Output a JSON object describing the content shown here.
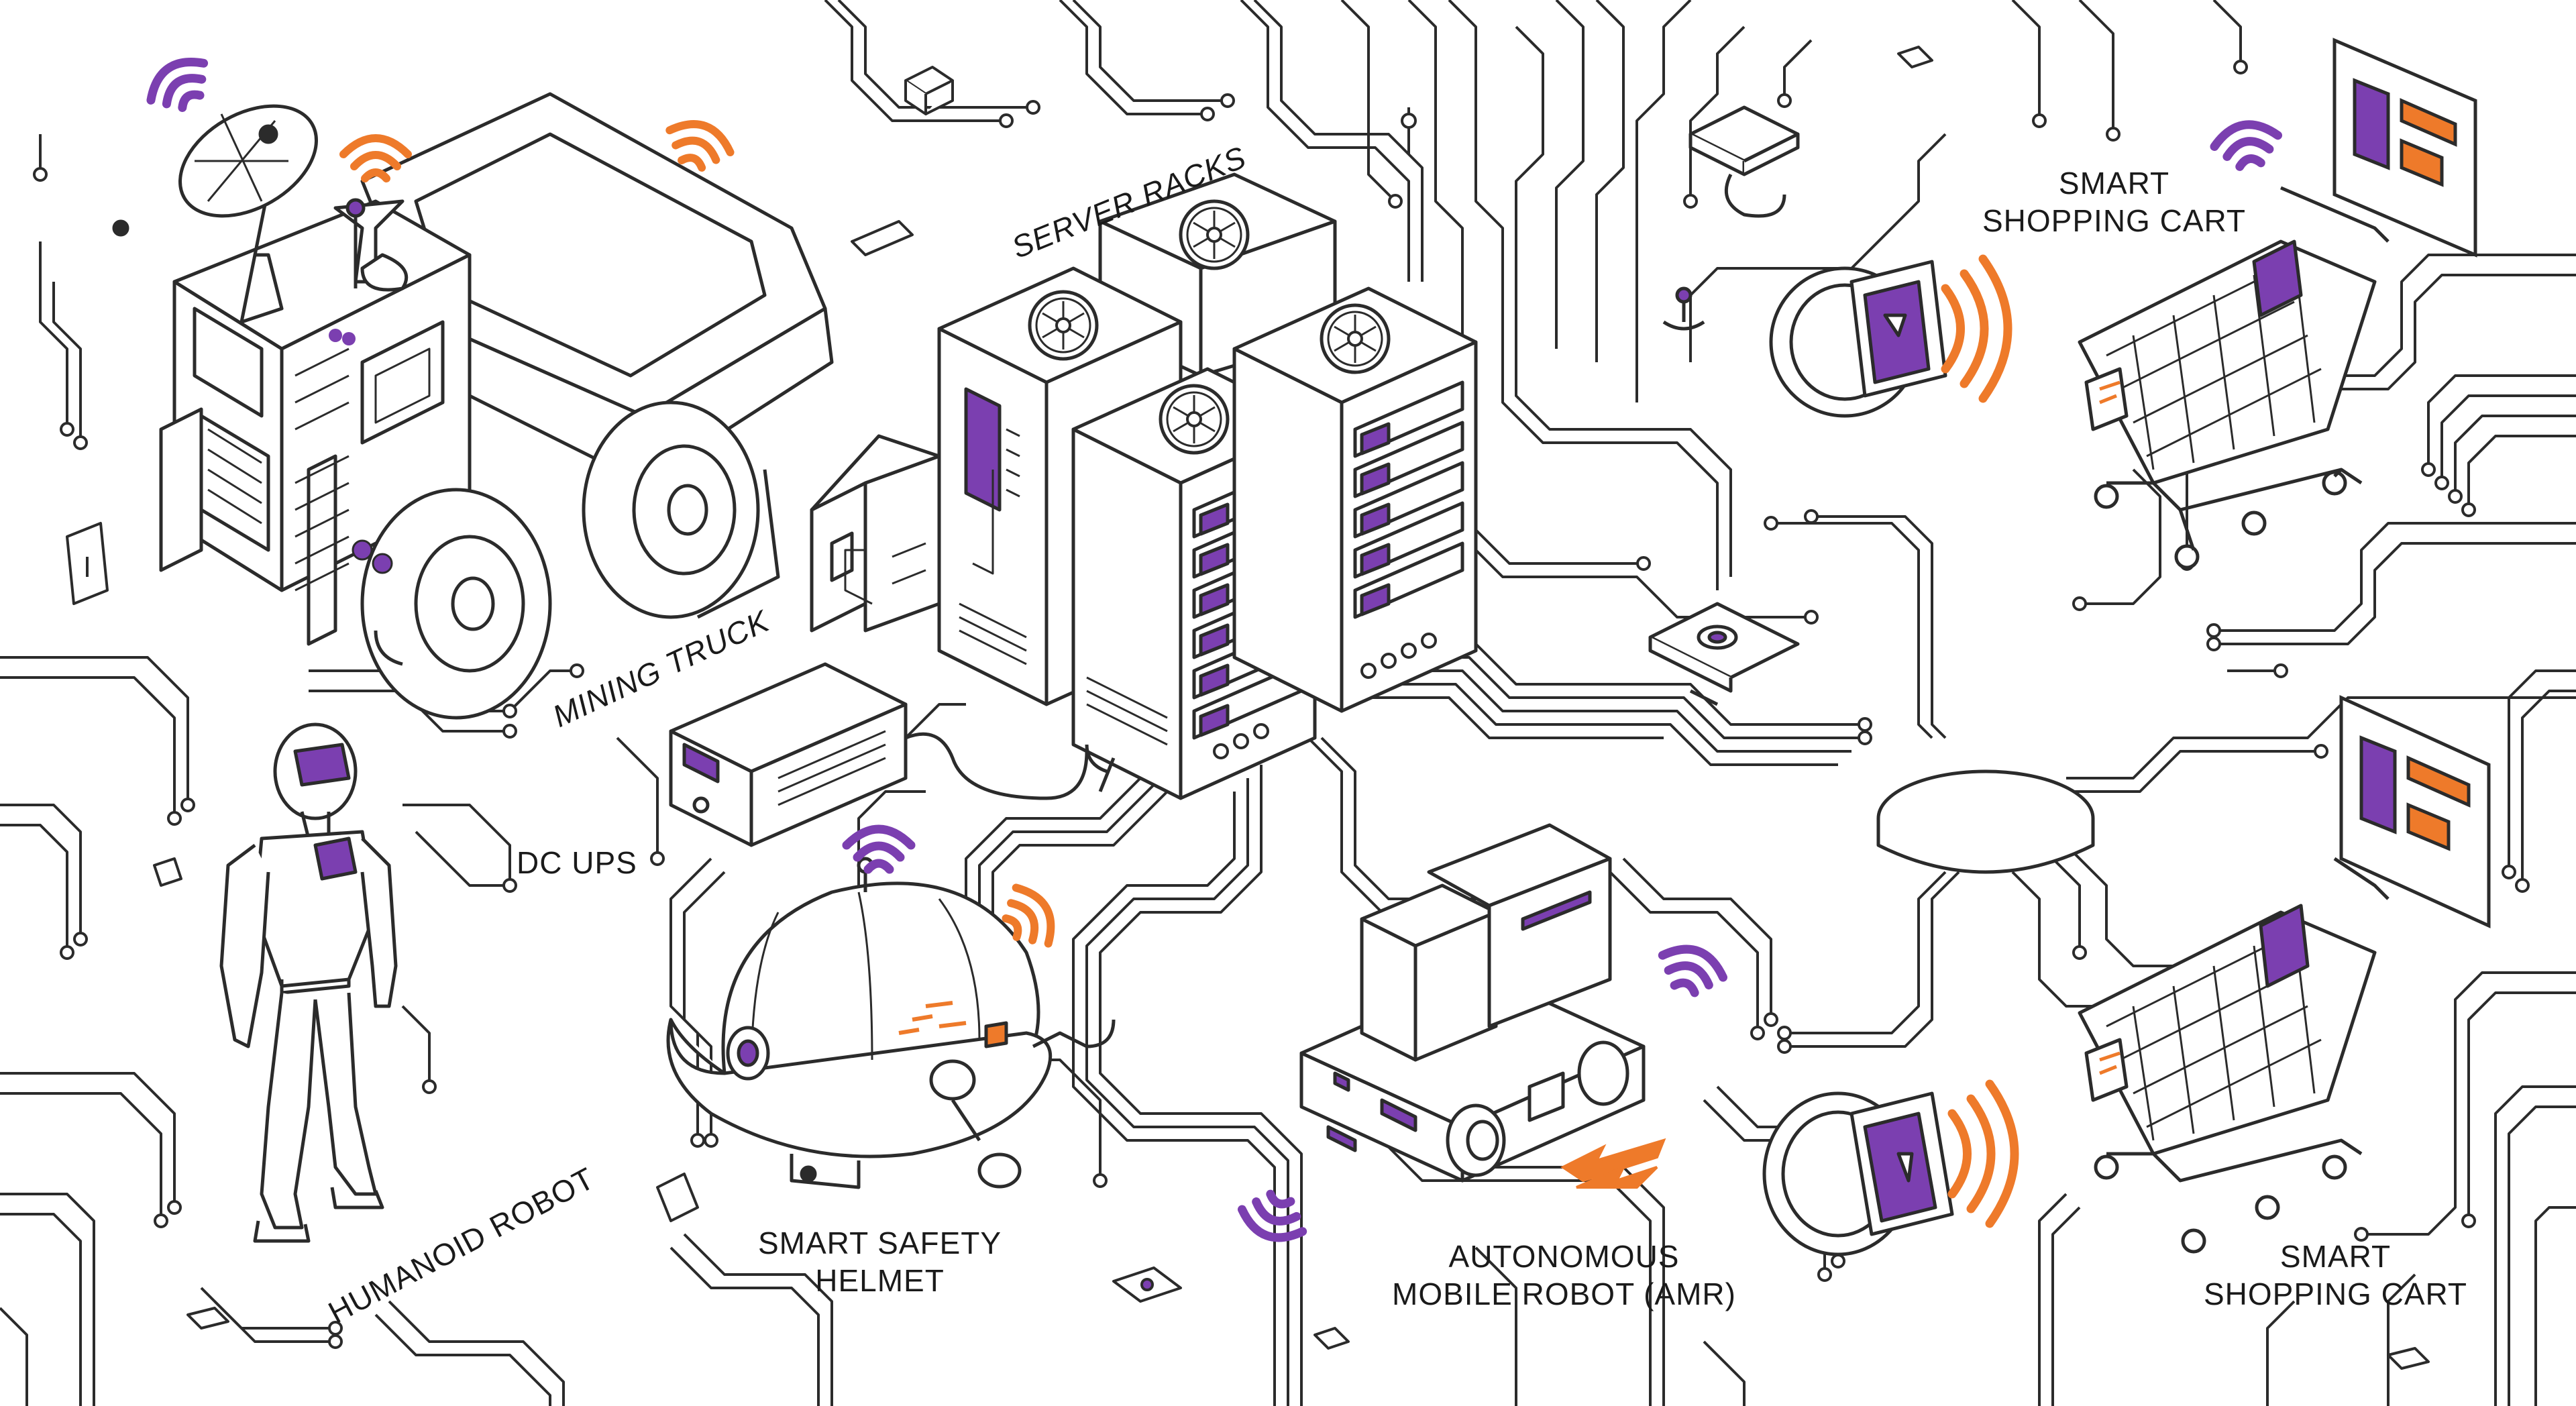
{
  "labels": {
    "server_racks": "SERVER RACKS",
    "mining_truck": "MINING TRUCK",
    "dc_ups": "DC UPS",
    "humanoid_robot": "HUMANOID ROBOT",
    "smart_safety_helmet": [
      "SMART SAFETY",
      "HELMET"
    ],
    "amr": [
      "AUTONOMOUS",
      "MOBILE ROBOT (AMR)"
    ],
    "smart_shopping_cart_top": [
      "SMART",
      "SHOPPING CART"
    ],
    "smart_shopping_cart_bottom": [
      "SMART",
      "SHOPPING CART"
    ]
  },
  "colors": {
    "line": "#2b2b2b",
    "accent_purple": "#7b3fb0",
    "accent_orange": "#ee7a2a",
    "background": "#ffffff"
  },
  "icons": [
    "satellite-dish-icon",
    "wifi-signal-icon",
    "cooling-fan-icon",
    "smartwatch-icon",
    "chevron-arrows-icon",
    "network-hub-icon"
  ]
}
